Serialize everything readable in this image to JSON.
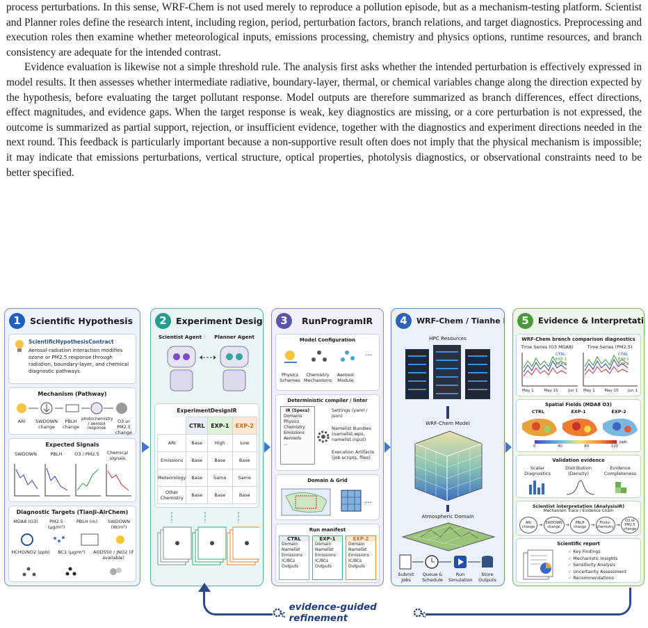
{
  "text": {
    "p1": "process perturbations. In this sense, WRF-Chem is not used merely to reproduce a pollution episode, but as a mechanism-testing platform. Scientist and Planner roles define the research intent, including region, period, perturbation factors, branch relations, and target diagnostics. Preprocessing and execution roles then examine whether meteorological inputs, emissions processing, chemistry and physics options, runtime resources, and branch consistency are adequate for the intended contrast.",
    "p2": "Evidence evaluation is likewise not a simple threshold rule. The analysis first asks whether the intended perturbation is effectively expressed in model results. It then assesses whether intermediate radiative, boundary-layer, thermal, or chemical variables change along the direction expected by the hypothesis, before evaluating the target pollutant response. Model outputs are therefore summarized as branch differences, effect directions, effect magnitudes, and evidence gaps. When the target response is weak, key diagnostics are missing, or a core perturbation is not expressed, the outcome is summarized as partial support, rejection, or insufficient evidence, together with the diagnostics and experiment directions needed in the next round. This feedback is particularly important because a non-supportive result often does not imply that the physical mechanism is impossible; it may indicate that emissions perturbations, vertical structure, optical properties, photolysis diagnostics, or observational constraints need to be better specified."
  },
  "colors": {
    "p1": "#1f5fbf",
    "p2": "#2a9a8e",
    "p3": "#5a55a8",
    "p4": "#2d62b4",
    "p5": "#4b9a3a"
  },
  "panel1": {
    "num": "1",
    "title": "Scientific Hypothesis",
    "contract_title": "ScientificHypothesisContract",
    "contract_text": "Aerosol-radiation interaction modifies ozone or PM2.5 response through radiation, boundary-layer, and chemical diagnostic pathways.",
    "mech_title": "Mechanism (Pathway)",
    "mech": [
      "ARI",
      "SWDOWN change",
      "PBLH change",
      "photochemistry / aerosol response",
      "O3 or PM2.5 change"
    ],
    "signals_title": "Expected Signals",
    "signals": [
      "SWDOWN",
      "PBLH",
      "O3 / PM2.5",
      "Chemical signals"
    ],
    "targets_title": "Diagnostic Targets (TianJi-AirChem)",
    "targets": [
      "MDA8 (O3)",
      "PM2.5 (μg/m³)",
      "PBLH (m)",
      "SWDOWN (W/m²)",
      "HCHO/NO2 (ppb)",
      "BC1 (μg/m³)",
      "AOD550 / JNO2 (if available)"
    ]
  },
  "panel2": {
    "num": "2",
    "title": "Experiment Design",
    "agent1": "Scientist Agent",
    "agent2": "Planner Agent",
    "ir_title": "ExperimentDesignIR",
    "cols": [
      "CTRL",
      "EXP-1",
      "EXP-2"
    ],
    "rows": [
      {
        "label": "ARI",
        "v": [
          "Base",
          "High",
          "Low"
        ]
      },
      {
        "label": "Emissions",
        "v": [
          "Base",
          "Base",
          "Base"
        ]
      },
      {
        "label": "Meteorology",
        "v": [
          "Base",
          "Same",
          "Same"
        ]
      },
      {
        "label": "Other Chemistry",
        "v": [
          "Base",
          "Base",
          "Base"
        ]
      }
    ]
  },
  "panel3": {
    "num": "3",
    "title": "RunProgramIR",
    "config_title": "Model Configuration",
    "config": [
      "Physics Schemes",
      "Chemistry Mechanisms",
      "Aerosol Module",
      "..."
    ],
    "compiler_title": "Deterministic compiler / linter",
    "specs_title": "IR (Specs)",
    "specs": [
      "Domains",
      "Physics",
      "Chemistry",
      "Emissions",
      "Aerosols",
      "..."
    ],
    "outputs": [
      "Settings (yaml / json)",
      "Namelist Bundles (namelist.wps, namelist.input)",
      "Execution Artifacts (job scripts, files)"
    ],
    "domain_title": "Domain & Grid",
    "manifest_title": "Run manifest",
    "manifest_cols": [
      "CTRL",
      "EXP-1",
      "EXP-2"
    ],
    "manifest_items": [
      "Domain",
      "Namelist",
      "Emissions",
      "IC/BCs",
      "Outputs"
    ]
  },
  "panel4": {
    "num": "4",
    "title": "WRF-Chem / Tianhe HPC",
    "hpc": "HPC Resources",
    "model": "WRF-Chem Model",
    "domain": "Atmospheric Domain",
    "steps": [
      "Submit Jobs",
      "Queue & Schedule",
      "Run Simulation",
      "Store Outputs"
    ]
  },
  "panel5": {
    "num": "5",
    "title": "Evidence & Interpretation",
    "diag_title": "WRF-Chem branch comparison diagnostics",
    "ts1": "Time Series (O3 MDA8)",
    "ts2": "Time Series (PM2.5)",
    "legend": [
      "CTRL",
      "EXP-1",
      "EXP-2"
    ],
    "xticks": [
      "May 1",
      "May 15",
      "Jun 1"
    ],
    "spatial_title": "Spatial Fields (MDA8 O3)",
    "maps": [
      "CTRL",
      "EXP-1",
      "EXP-2"
    ],
    "cbar": [
      "0",
      "40",
      "80",
      "120"
    ],
    "cbar_unit": "ppb",
    "valid_title": "Validation evidence",
    "valid": [
      "Scalar Diagnostics",
      "Distribution (Density)",
      "Evidence Completeness"
    ],
    "interp_title": "Scientist interpretation (AnalysisIR)",
    "interp_sub": "Mechanism Trace / Evidence Chain",
    "chain": [
      "ARI change",
      "SWDOWN change",
      "PBLH change",
      "Photo-chemistry",
      "O3 or PM2.5 change"
    ],
    "report_title": "Scientific report",
    "report": [
      "Key Findings",
      "Mechanistic Insights",
      "Sensitivity Analysis",
      "Uncertainty Assessment",
      "Recommendations"
    ]
  },
  "loop_label": "evidence-guided refinement"
}
